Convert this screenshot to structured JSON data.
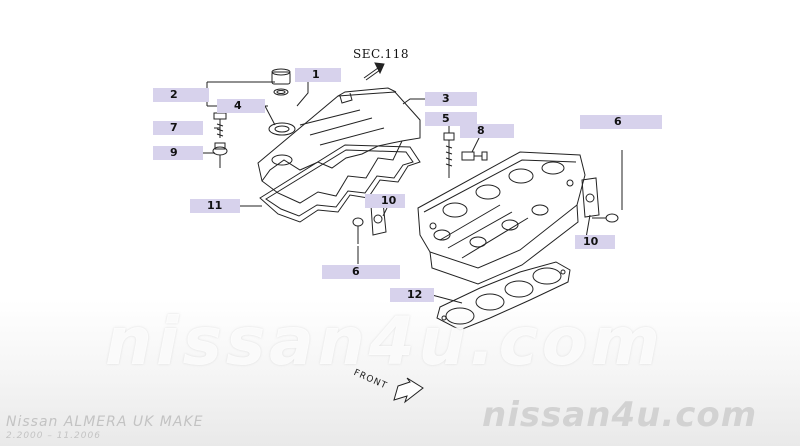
{
  "section_ref": "SEC.118",
  "front_label": "FRONT",
  "callouts": [
    "1",
    "2",
    "3",
    "4",
    "5",
    "6",
    "7",
    "8",
    "9",
    "10",
    "10",
    "11",
    "6",
    "12"
  ],
  "watermark": "nissan4u.com",
  "footer": {
    "model": "Nissan ALMERA UK MAKE",
    "dates": "2.2000 – 11.2006",
    "site": "nissan4u.com"
  },
  "colors": {
    "label_fill": "#d7d2ec",
    "line": "#222222"
  }
}
